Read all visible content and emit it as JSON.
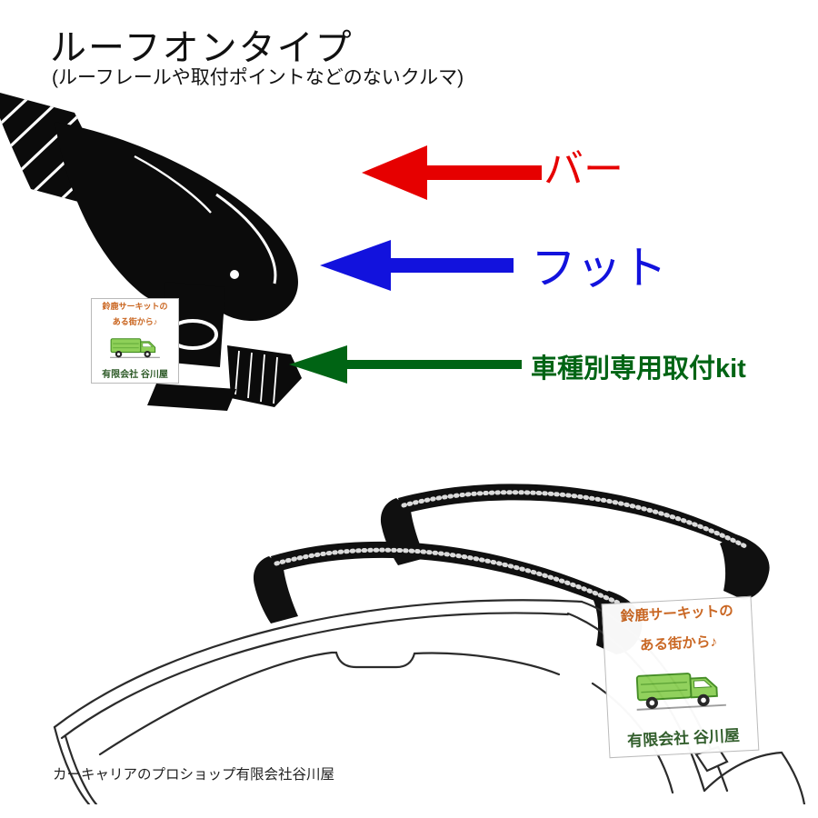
{
  "header": {
    "title": "ルーフオンタイプ",
    "subtitle": "(ルーフレールや取付ポイントなどのないクルマ)"
  },
  "annotations": {
    "bar": {
      "label": "バー",
      "color": "#e60000"
    },
    "foot": {
      "label": "フット",
      "color": "#1212dd"
    },
    "kit": {
      "label": "車種別専用取付kit",
      "color": "#006414"
    }
  },
  "watermark": {
    "tagline_line1": "鈴鹿サーキットの",
    "tagline_line2": "ある街から♪",
    "company": "有限会社 谷川屋"
  },
  "footer": {
    "shop_text": "カーキャリアのプロショップ有限会社谷川屋"
  }
}
